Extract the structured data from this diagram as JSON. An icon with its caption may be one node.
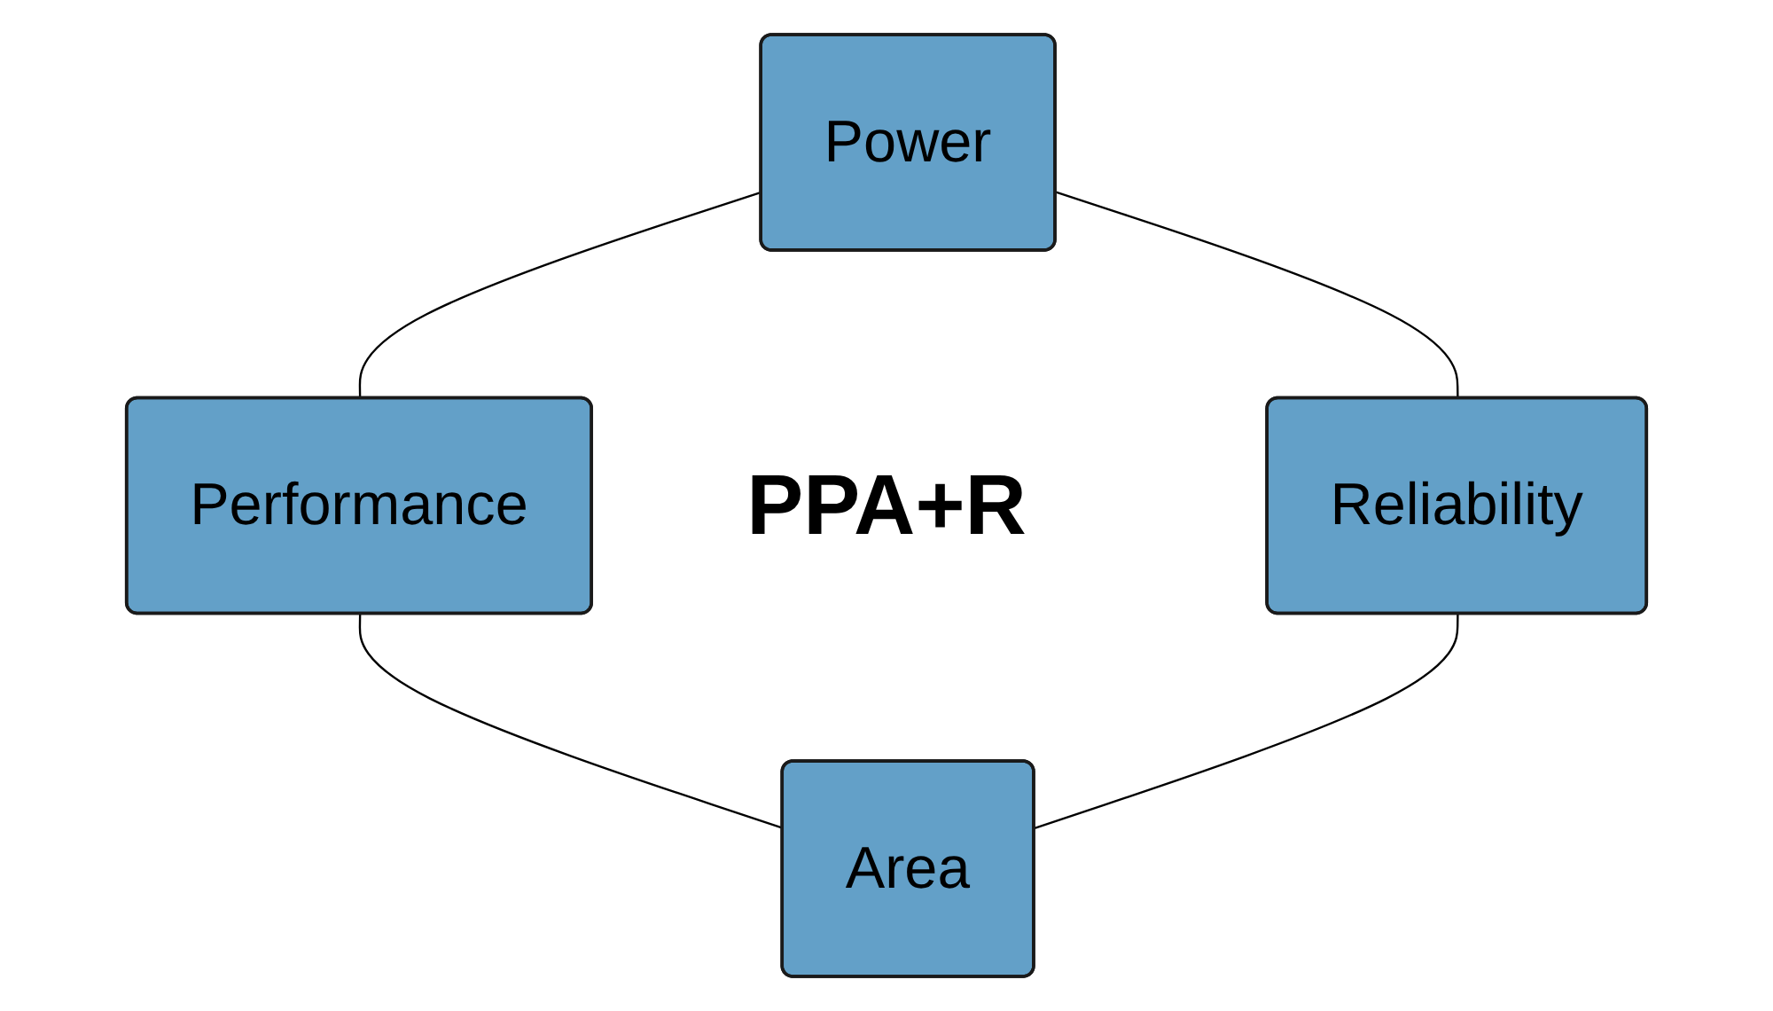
{
  "diagram": {
    "nodes": [
      {
        "text": [
          "Power"
        ]
      },
      {
        "text": [
          "Reliability"
        ]
      },
      {
        "text": [
          "Performance"
        ]
      },
      {
        "text": [
          "Area"
        ]
      }
    ],
    "edges": [
      {
        "from": 0,
        "to": 2,
        "arrow": "none"
      },
      {
        "from": 2,
        "to": 3,
        "arrow": "none"
      },
      {
        "from": 1,
        "to": 3,
        "arrow": "none"
      },
      {
        "from": 0,
        "to": 1,
        "arrow": "none"
      }
    ],
    "labels": [
      "PPA+R"
    ]
  }
}
